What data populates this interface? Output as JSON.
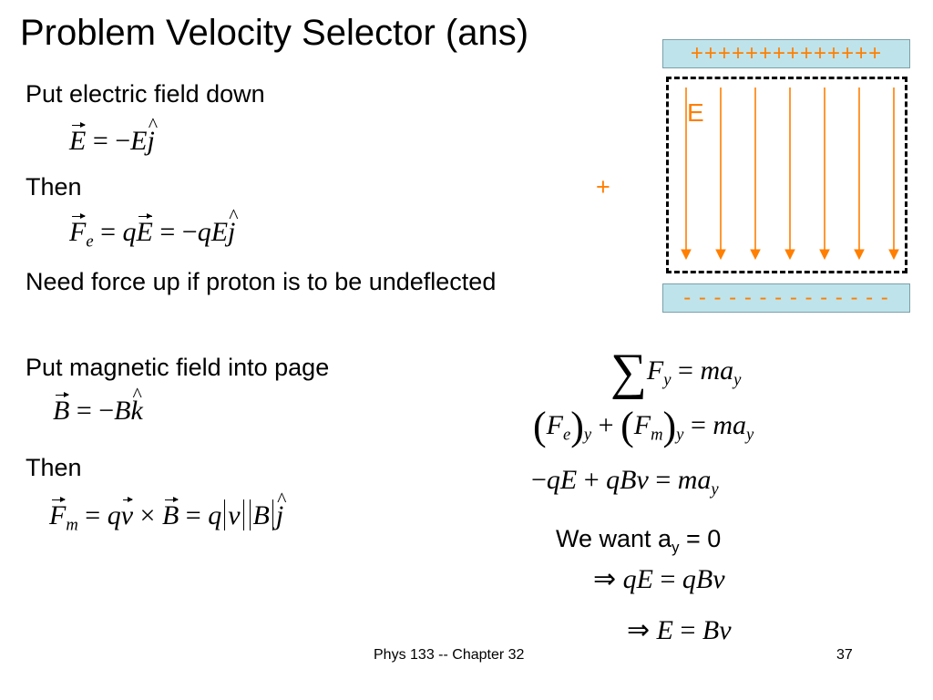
{
  "title": "Problem Velocity Selector (ans)",
  "left": {
    "line1": "Put electric field down",
    "then1": "Then",
    "need": "Need force up if proton is to be undeflected",
    "putmag": "Put magnetic field into page",
    "then2": "Then"
  },
  "plus_marker": "+",
  "diagram": {
    "top_plate": "++++++++++++++",
    "bottom_plate": "- - - - - - - - - - - - - -",
    "field_label": "E",
    "arrow_count": 7
  },
  "want": {
    "prefix": "We want a",
    "sub": "y",
    "suffix": " = 0"
  },
  "footer": {
    "course": "Phys 133 -- Chapter 32",
    "page": "37"
  },
  "colors": {
    "accent": "#ff7f00",
    "plate": "#bfe3ea"
  }
}
